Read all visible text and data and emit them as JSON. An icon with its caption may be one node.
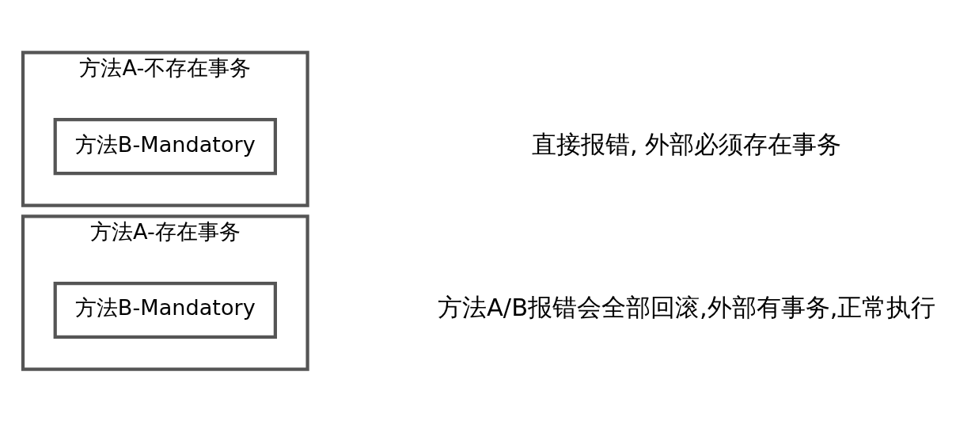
{
  "diagram": {
    "nodes": [
      {
        "text": [
          "方法A-存在事务"
        ]
      },
      {
        "text": [
          "方法B-Mandatory"
        ],
        "in": 0
      },
      {
        "text": [
          "方法A-不存在事务"
        ]
      },
      {
        "text": [
          "方法B-Mandatory"
        ],
        "in": 2
      }
    ],
    "edges": [],
    "labels": [
      "方法A/B报错会全部回滚,外部有事务,正常执行",
      "直接报错, 外部必须存在事务"
    ]
  }
}
